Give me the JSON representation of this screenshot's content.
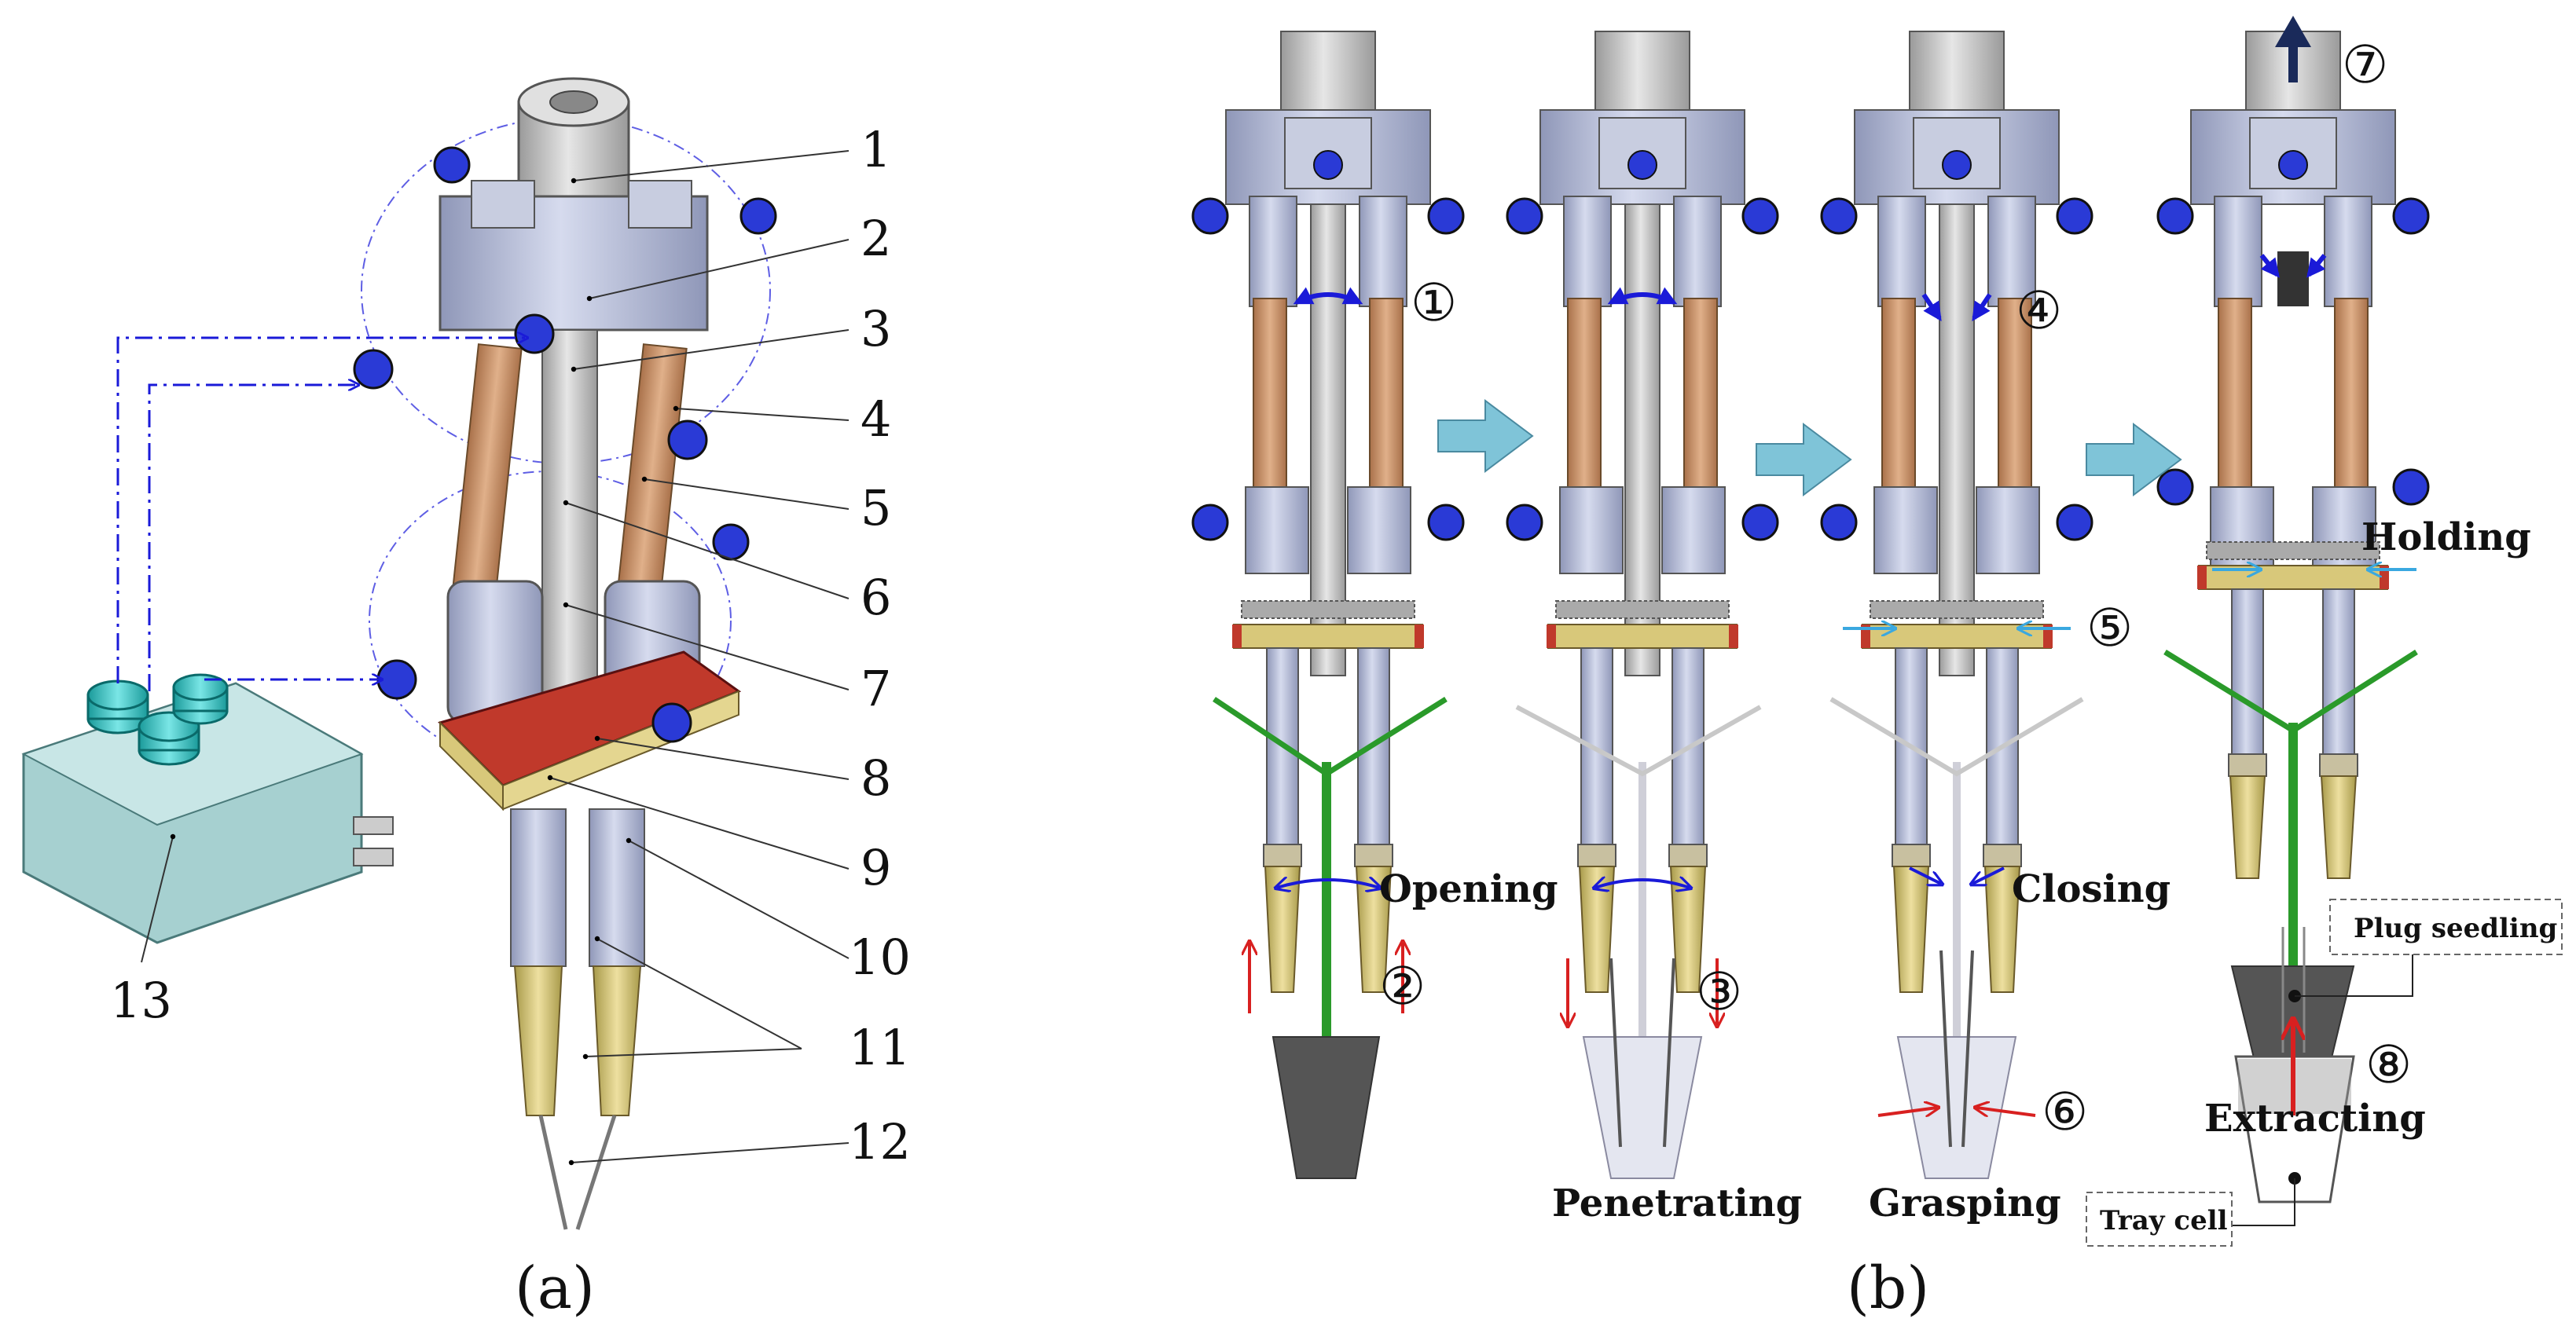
{
  "panel_a": {
    "label": "(a)",
    "part_numbers": [
      "1",
      "2",
      "3",
      "4",
      "5",
      "6",
      "7",
      "8",
      "9",
      "10",
      "11",
      "12",
      "13"
    ]
  },
  "panel_b": {
    "label": "(b)",
    "steps": [
      "①",
      "②",
      "③",
      "④",
      "⑤",
      "⑥",
      "⑦",
      "⑧"
    ],
    "labels": {
      "opening": "Opening",
      "penetrating": "Penetrating",
      "closing": "Closing",
      "grasping": "Grasping",
      "holding": "Holding",
      "extracting": "Extracting",
      "plug_seedling": "Plug seedling",
      "tray_cell": "Tray cell"
    }
  },
  "colors": {
    "metal": "#b8bfd8",
    "metal_dark": "#8f97b8",
    "copper": "#c8956a",
    "red_plate": "#c0392b",
    "needle_gold": "#d8c87a",
    "fitting_blue": "#2a3ad6",
    "valve_cyan": "#2cc6c6",
    "arrow_blue": "#1a1ad8",
    "arrow_red": "#d82020",
    "arrow_lightblue": "#3aa8e0",
    "seedling_green": "#2a9a2a",
    "soil_dark": "#555555",
    "step_arrow": "#7fc4d8"
  }
}
